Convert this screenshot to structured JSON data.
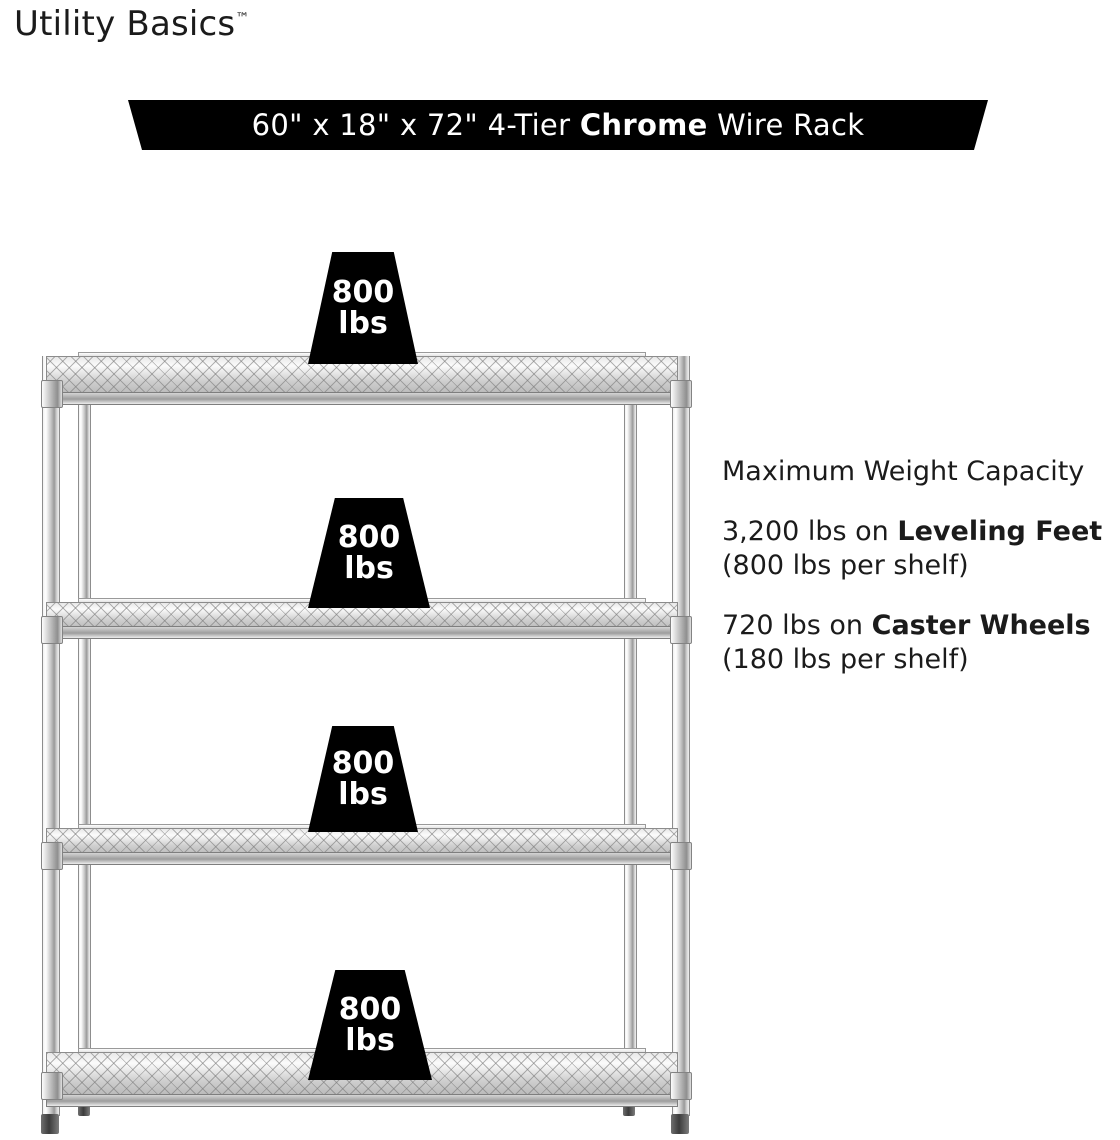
{
  "brand": {
    "name": "Utility Basics",
    "tm": "™"
  },
  "banner": {
    "line_plain_1": "60\" x 18\" x 72\" 4-Tier ",
    "line_bold": "Chrome",
    "line_plain_2": " Wire Rack"
  },
  "callouts": {
    "heading": "Maximum Weight Capacity",
    "leveling_pre": "3,200 lbs on ",
    "leveling_bold": "Leveling Feet",
    "leveling_post": " (800 lbs per shelf)",
    "caster_pre": "720 lbs on ",
    "caster_bold": "Caster Wheels",
    "caster_post": " (180 lbs per shelf)"
  },
  "shelf_badges": [
    {
      "number": "800",
      "unit": "lbs"
    },
    {
      "number": "800",
      "unit": "lbs"
    },
    {
      "number": "800",
      "unit": "lbs"
    },
    {
      "number": "800",
      "unit": "lbs"
    }
  ],
  "colors": {
    "banner_bg": "#000000",
    "banner_text": "#ffffff",
    "body_text": "#1b1b1b",
    "page_bg": "#ffffff"
  }
}
